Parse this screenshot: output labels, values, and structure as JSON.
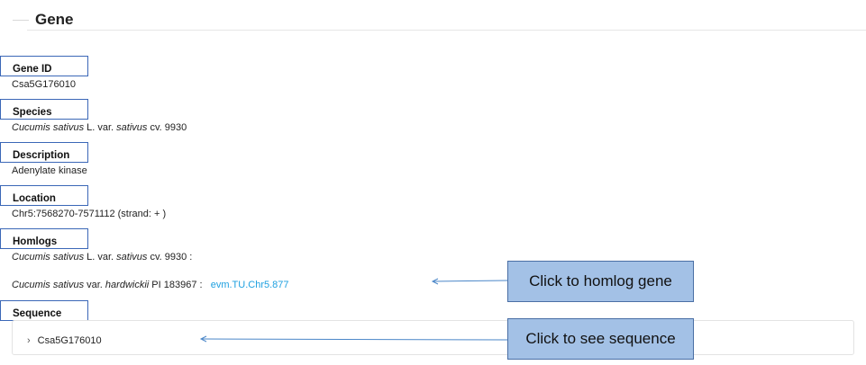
{
  "section": {
    "title": "Gene"
  },
  "fields": {
    "gene_id": {
      "label": "Gene ID",
      "value": "Csa5G176010"
    },
    "species": {
      "label": "Species",
      "genus": "Cucumis sativus",
      "mid": " L. var. ",
      "var": "sativus",
      "rest": " cv. 9930"
    },
    "description": {
      "label": "Description",
      "value": "Adenylate kinase"
    },
    "location": {
      "label": "Location",
      "value": "Chr5:7568270-7571112 (strand: + )"
    },
    "homlogs": {
      "label": "Homlogs",
      "row1": {
        "genus": "Cucumis sativus",
        "mid": " L. var. ",
        "var": "sativus",
        "rest": " cv. 9930 :"
      },
      "row2": {
        "genus": "Cucumis sativus",
        "mid": " var. ",
        "var": "hardwickii",
        "rest": " PI 183967 :",
        "link": "evm.TU.Chr5.877"
      }
    },
    "sequence": {
      "label": "Sequence",
      "item": "Csa5G176010"
    }
  },
  "callouts": {
    "homlog": "Click to homlog gene",
    "sequence": "Click to see sequence"
  },
  "colors": {
    "link": "#1ea0e0",
    "label_border": "#3b67b7",
    "callout_fill": "#a3c1e6",
    "arrow": "#4a86c8"
  },
  "icons": {
    "expand": "chevron-right-icon"
  }
}
